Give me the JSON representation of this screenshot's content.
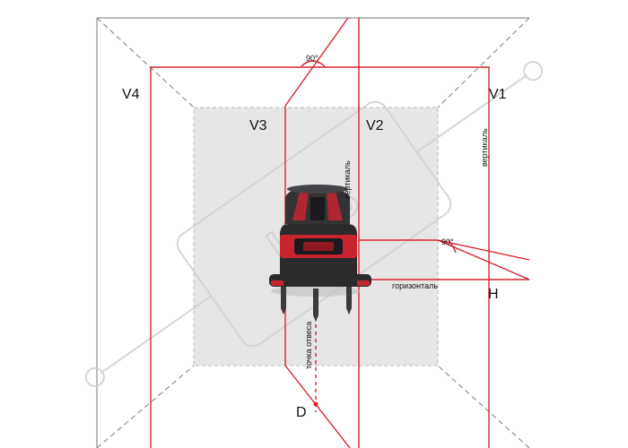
{
  "labels": {
    "v1": "V1",
    "v2": "V2",
    "v3": "V3",
    "v4": "V4",
    "h": "H",
    "d": "D",
    "angle_top": "90°",
    "angle_right": "90°",
    "vertical_left": "вертикаль",
    "vertical_right": "вертикаль",
    "horizontal": "горизонталь",
    "plumb_point": "точка отвеса"
  },
  "watermark": "KNS",
  "colors": {
    "laser": "#d9232d",
    "room_lines": "#8f8f8f",
    "wall_fill": "#e6e6e6",
    "watermark": "#cfcfcf",
    "device_body": "#2b2b2e",
    "device_accent": "#c8242f"
  }
}
